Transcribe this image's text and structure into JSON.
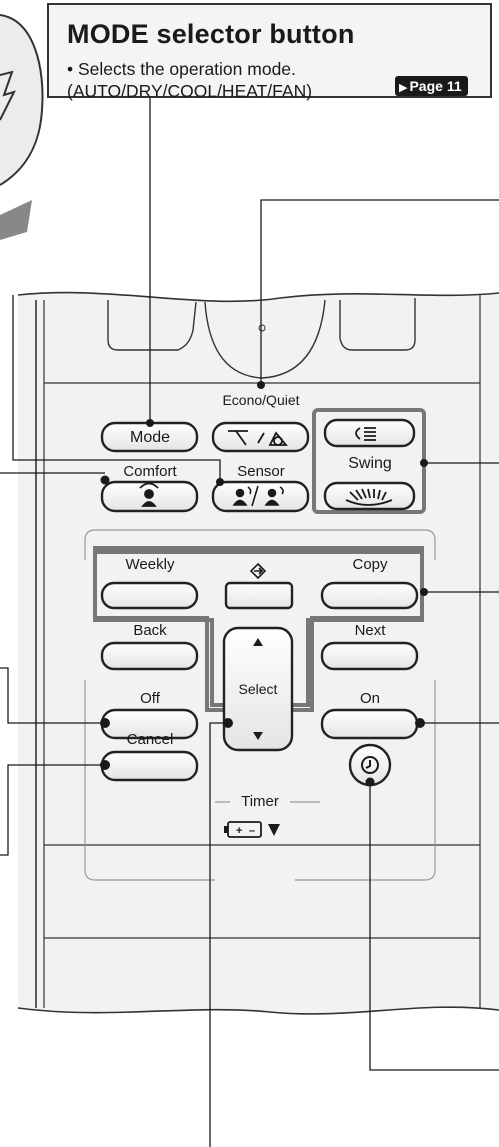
{
  "callout": {
    "title": "MODE selector button",
    "bullet": "• Selects the operation mode.",
    "modes": "(AUTO/DRY/COOL/HEAT/FAN)",
    "page_ref": "Page 11"
  },
  "remote": {
    "mode_label": "Mode",
    "econo_quiet_label": "Econo/Quiet",
    "comfort_label": "Comfort",
    "sensor_label": "Sensor",
    "swing_label": "Swing",
    "weekly_label": "Weekly",
    "copy_label": "Copy",
    "back_label": "Back",
    "next_label": "Next",
    "select_label": "Select",
    "off_label": "Off",
    "on_label": "On",
    "cancel_label": "Cancel",
    "timer_label": "Timer"
  },
  "icons": {
    "program": "program-arrow-icon",
    "clock": "clock-icon",
    "battery": "battery-icon"
  },
  "colors": {
    "button_fill": "#f6f6f6",
    "body_fill": "#f2f2f2",
    "group_border": "#777777",
    "line": "#1a1a1a"
  }
}
